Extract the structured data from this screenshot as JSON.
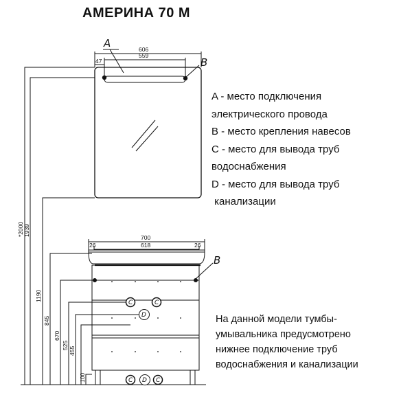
{
  "title": "АМЕРИНА 70 М",
  "legend": [
    "A - место подключения",
    "электрического провода",
    "B - место крепления навесов",
    "C - место для вывода труб",
    "водоснабжения",
    "D - место для вывода труб",
    " канализации"
  ],
  "note": [
    "На данной модели тумбы-",
    "умывальника предусмотрено",
    "нижнее подключение труб",
    "водоснабжения и канализации"
  ],
  "labels": {
    "mirror_a": "A",
    "mirror_b": "B",
    "cabinet_b": "B",
    "pipe_c": "C",
    "pipe_d": "D"
  },
  "dimensions": {
    "mirror_width": "606",
    "mirror_inner": "559",
    "mirror_offset": "47",
    "cabinet_width": "700",
    "cabinet_inner": "618",
    "cabinet_left": "26",
    "cabinet_right": "26",
    "h2000": "*2000",
    "h1939": "1939",
    "h1190": "1190",
    "h845": "845",
    "h670": "670",
    "h525": "525",
    "h455": "455",
    "h100": "100"
  }
}
